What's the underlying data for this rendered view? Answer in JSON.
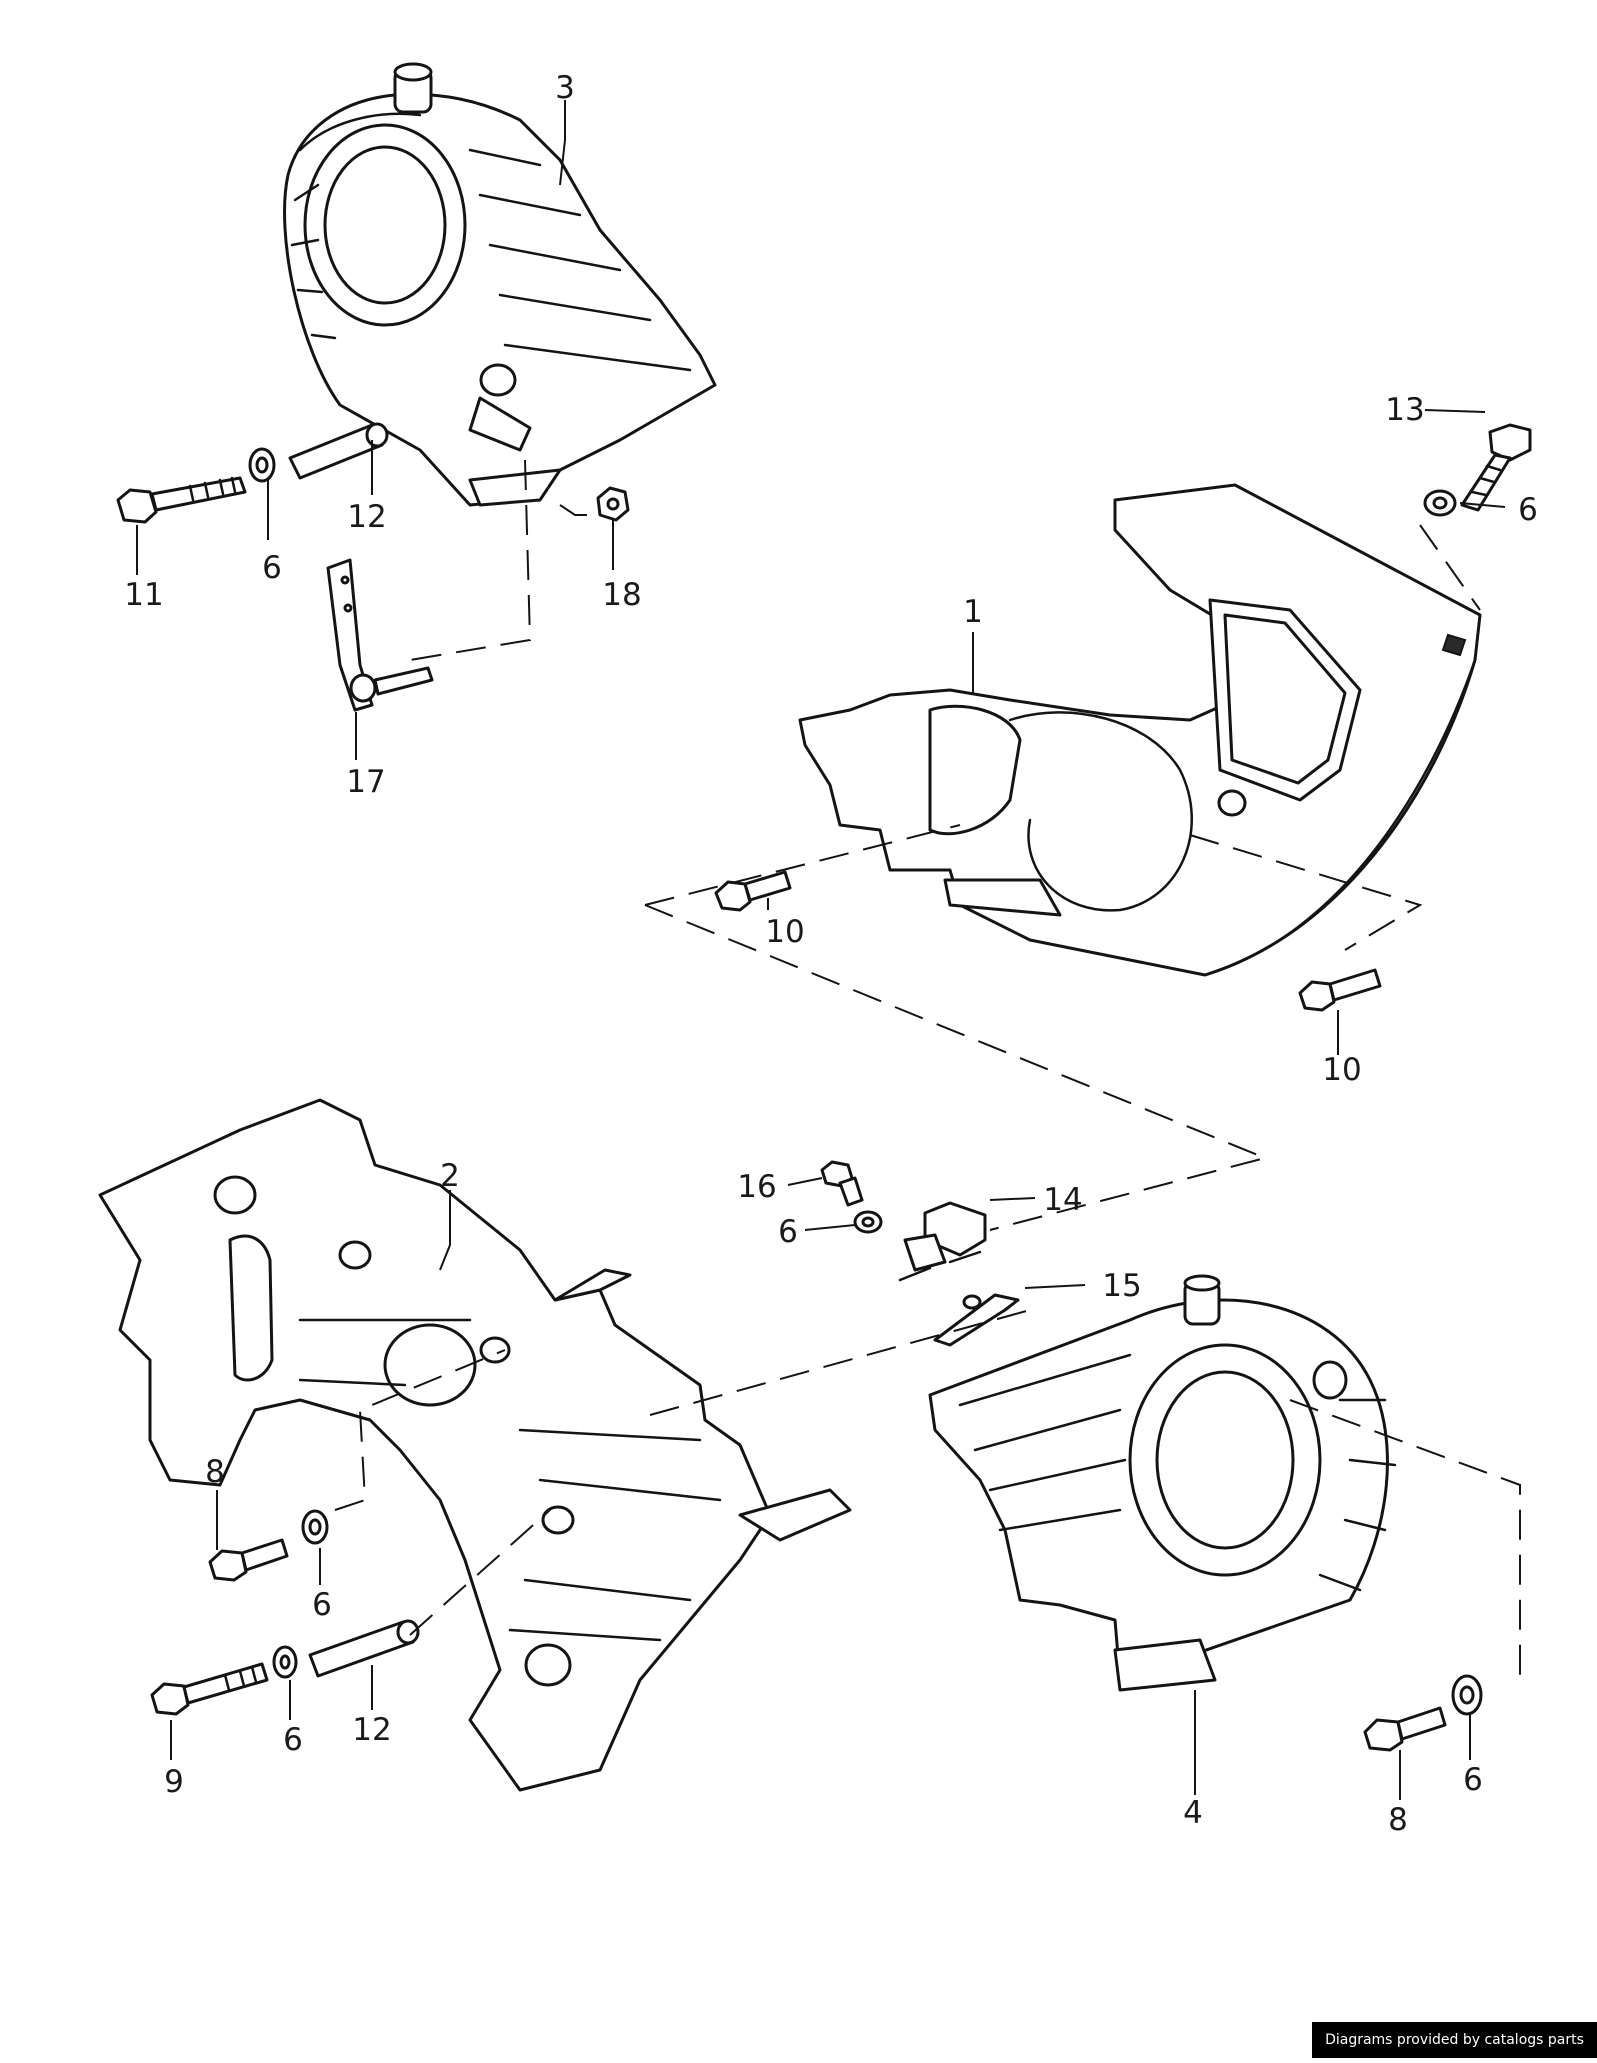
{
  "callouts": [
    "1",
    "2",
    "3",
    "4",
    "6",
    "8",
    "9",
    "10",
    "11",
    "12",
    "13",
    "14",
    "15",
    "16",
    "17",
    "18"
  ],
  "credit": "Diagrams provided by catalogs parts"
}
